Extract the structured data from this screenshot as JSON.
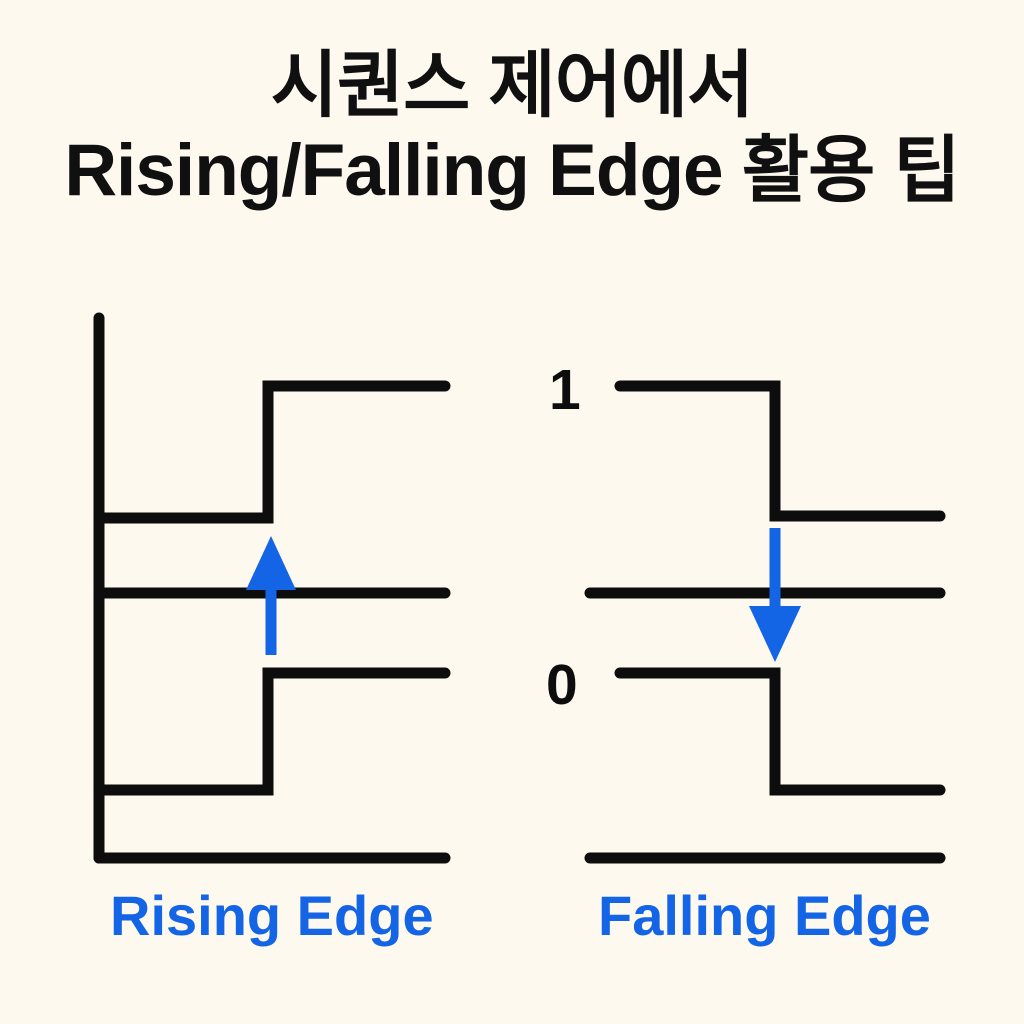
{
  "page": {
    "background_color": "#fdf9ef",
    "ink_color": "#0d0d0d",
    "accent_color": "#1464e6"
  },
  "title": {
    "line1": "시퀀스 제어에서",
    "line2": "Rising/Falling Edge 활용 팁"
  },
  "diagram": {
    "left_panel": {
      "caption": "Rising Edge",
      "arrow": "up-arrow-icon",
      "arrow_color": "#1464e6",
      "signals": [
        {
          "name": "upper-rising-waveform",
          "description": "low then step up to high",
          "levels": [
            "0",
            "1"
          ],
          "edge": "rising"
        },
        {
          "name": "lower-rising-waveform",
          "description": "low then step up to high",
          "levels": [
            "0",
            "1"
          ],
          "edge": "rising"
        }
      ]
    },
    "right_panel": {
      "caption": "Falling Edge",
      "arrow": "down-arrow-icon",
      "arrow_color": "#1464e6",
      "axis_labels": {
        "high": "1",
        "low": "0"
      },
      "signals": [
        {
          "name": "upper-falling-waveform",
          "description": "high then step down to low",
          "levels": [
            "1",
            "0"
          ],
          "edge": "falling"
        },
        {
          "name": "lower-falling-waveform",
          "description": "high then step down to low",
          "levels": [
            "1",
            "0"
          ],
          "edge": "falling"
        }
      ]
    }
  },
  "chart_data": {
    "type": "line",
    "title": "시퀀스 제어에서 Rising/Falling Edge 활용 팁",
    "xlabel": "",
    "ylabel": "",
    "grid": false,
    "legend_position": "bottom",
    "series": [
      {
        "name": "Rising Edge (upper trace)",
        "panel": "left",
        "points": [
          [
            99,
            518
          ],
          [
            268,
            518
          ],
          [
            268,
            386
          ],
          [
            445,
            386
          ]
        ],
        "edge_x": 268,
        "transition": "0 -> 1"
      },
      {
        "name": "Rising Edge (axis baseline mid)",
        "panel": "left",
        "points": [
          [
            99,
            593
          ],
          [
            445,
            593
          ]
        ],
        "edge_x": null,
        "transition": "reference"
      },
      {
        "name": "Rising Edge (lower trace)",
        "panel": "left",
        "points": [
          [
            99,
            790
          ],
          [
            268,
            790
          ],
          [
            268,
            673
          ],
          [
            445,
            673
          ]
        ],
        "edge_x": 268,
        "transition": "0 -> 1"
      },
      {
        "name": "Rising Edge (baseline)",
        "panel": "left",
        "points": [
          [
            99,
            858
          ],
          [
            445,
            858
          ]
        ],
        "edge_x": null,
        "transition": "reference"
      },
      {
        "name": "Falling Edge (upper trace)",
        "panel": "right",
        "points": [
          [
            620,
            386
          ],
          [
            775,
            386
          ],
          [
            775,
            516
          ],
          [
            940,
            516
          ]
        ],
        "edge_x": 775,
        "transition": "1 -> 0"
      },
      {
        "name": "Falling Edge (axis baseline mid)",
        "panel": "right",
        "points": [
          [
            590,
            593
          ],
          [
            940,
            593
          ]
        ],
        "edge_x": null,
        "transition": "reference"
      },
      {
        "name": "Falling Edge (lower trace)",
        "panel": "right",
        "points": [
          [
            620,
            673
          ],
          [
            775,
            673
          ],
          [
            775,
            790
          ],
          [
            940,
            790
          ]
        ],
        "edge_x": 775,
        "transition": "1 -> 0"
      },
      {
        "name": "Falling Edge (baseline)",
        "panel": "right",
        "points": [
          [
            590,
            858
          ],
          [
            940,
            858
          ]
        ],
        "edge_x": null,
        "transition": "reference"
      }
    ],
    "annotations": [
      {
        "name": "rising-arrow",
        "direction": "up",
        "x": 271,
        "y_from": 655,
        "y_to": 538,
        "color": "#1464e6"
      },
      {
        "name": "falling-arrow",
        "direction": "down",
        "x": 775,
        "y_from": 528,
        "y_to": 660,
        "color": "#1464e6"
      }
    ],
    "tick_labels": {
      "high": "1",
      "low": "0"
    }
  }
}
